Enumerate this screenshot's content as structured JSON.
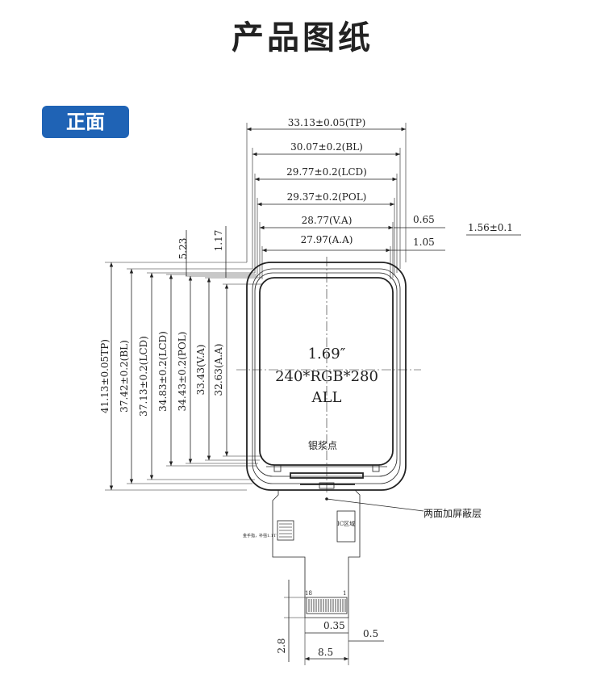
{
  "title": "产品图纸",
  "section": "正面",
  "colors": {
    "badge": "#1f63b5",
    "line": "#222222"
  },
  "horizontal_dims": {
    "tp": "33.13±0.05(TP)",
    "bl": "30.07±0.2(BL)",
    "lcd": "29.77±0.2(LCD)",
    "pol": "29.37±0.2(POL)",
    "va": "28.77(V.A)",
    "aa": "27.97(A.A)",
    "right_065": "0.65",
    "right_105": "1.05",
    "thickness": "1.56±0.1"
  },
  "vertical_dims": {
    "tp": "41.13±0.05TP)",
    "bl": "37.42±0.2(BL)",
    "lcd": "37.13±0.2(LCD)",
    "lcd2": "34.83±0.2(LCD)",
    "pol": "34.43±0.2(POL)",
    "va": "33.43(V.A)",
    "aa": "32.63(A.A)",
    "top_523": "5.23",
    "top_117": "1.17"
  },
  "display": {
    "size": "1.69″",
    "resolution": "240*RGB*280",
    "mode": "ALL",
    "silver_paste": "银浆点"
  },
  "fpc": {
    "shield_label": "两面加屏蔽层",
    "ic_label": "IC区域",
    "small_note": "金手指，补强1.1T",
    "pin_first": "18",
    "pin_last": "1",
    "pitch": "0.35",
    "gap": "0.5",
    "height": "2.8",
    "width": "8.5"
  }
}
